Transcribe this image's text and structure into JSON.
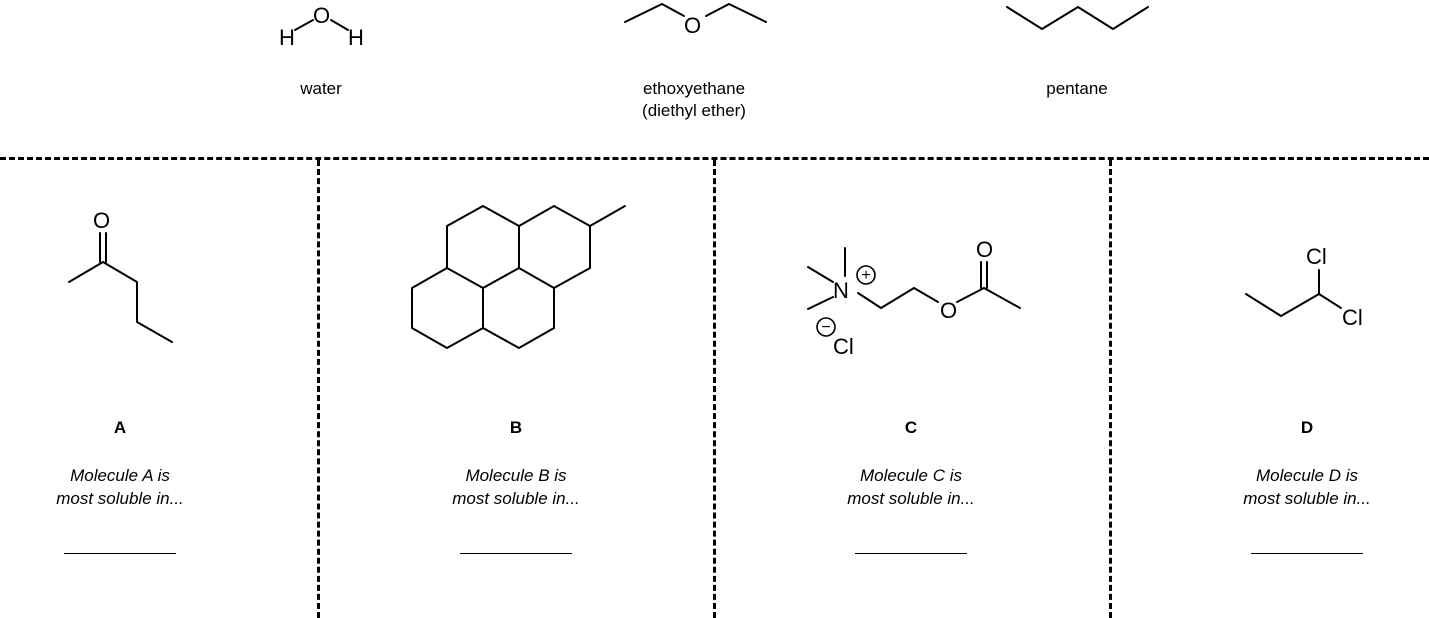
{
  "solvents": [
    {
      "name": "water",
      "atoms": {
        "h1": "H",
        "o": "O",
        "h2": "H"
      }
    },
    {
      "name": "ethoxyethane",
      "subname": "(diethyl ether)",
      "atoms": {
        "o": "O"
      }
    },
    {
      "name": "pentane"
    }
  ],
  "molecules": [
    {
      "letter": "A",
      "question_line1": "Molecule A is",
      "question_line2": "most soluble in...",
      "atoms": {
        "o": "O"
      }
    },
    {
      "letter": "B",
      "question_line1": "Molecule B is",
      "question_line2": "most soluble in..."
    },
    {
      "letter": "C",
      "question_line1": "Molecule C is",
      "question_line2": "most soluble in...",
      "atoms": {
        "n": "N",
        "o_carbonyl": "O",
        "o_ester": "O",
        "cl": "Cl",
        "plus": "+",
        "minus": "−"
      }
    },
    {
      "letter": "D",
      "question_line1": "Molecule D is",
      "question_line2": "most soluble in...",
      "atoms": {
        "cl1": "Cl",
        "cl2": "Cl"
      }
    }
  ]
}
